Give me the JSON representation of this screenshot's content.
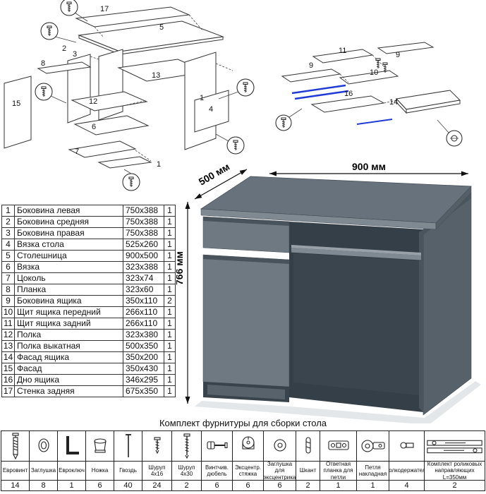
{
  "dimensions": {
    "width": "900 мм",
    "depth": "500 мм",
    "height": "766 мм"
  },
  "parts_table": {
    "rows": [
      {
        "num": "1",
        "name": "Боковина левая",
        "size": "750x388",
        "qty": "1"
      },
      {
        "num": "2",
        "name": "Боковина средняя",
        "size": "750x388",
        "qty": "1"
      },
      {
        "num": "3",
        "name": "Боковина правая",
        "size": "750x388",
        "qty": "1"
      },
      {
        "num": "4",
        "name": "Вязка стола",
        "size": "525x260",
        "qty": "1"
      },
      {
        "num": "5",
        "name": "Столешница",
        "size": "900x500",
        "qty": "1"
      },
      {
        "num": "6",
        "name": "Вязка",
        "size": "323x388",
        "qty": "1"
      },
      {
        "num": "7",
        "name": "Цоколь",
        "size": "323x74",
        "qty": "1"
      },
      {
        "num": "8",
        "name": "Планка",
        "size": "323x60",
        "qty": "1"
      },
      {
        "num": "9",
        "name": "Боковина ящика",
        "size": "350x110",
        "qty": "2"
      },
      {
        "num": "10",
        "name": "Щит ящика передний",
        "size": "266x110",
        "qty": "1"
      },
      {
        "num": "11",
        "name": "Щит ящика задний",
        "size": "266x110",
        "qty": "1"
      },
      {
        "num": "12",
        "name": "Полка",
        "size": "323x380",
        "qty": "1"
      },
      {
        "num": "13",
        "name": "Полка выкатная",
        "size": "500x350",
        "qty": "1"
      },
      {
        "num": "14",
        "name": "Фасад ящика",
        "size": "350x200",
        "qty": "1"
      },
      {
        "num": "15",
        "name": "Фасад",
        "size": "350x430",
        "qty": "1"
      },
      {
        "num": "16",
        "name": "Дно ящика",
        "size": "346x295",
        "qty": "1"
      },
      {
        "num": "17",
        "name": "Стенка задняя",
        "size": "675x350",
        "qty": "1"
      }
    ]
  },
  "hardware": {
    "title": "Комплект фурнитуры для сборки стола",
    "items": [
      {
        "label": "Евровинт",
        "qty": "14"
      },
      {
        "label": "Заглушка",
        "qty": "8"
      },
      {
        "label": "Евроключ",
        "qty": "1"
      },
      {
        "label": "Ножка",
        "qty": "6"
      },
      {
        "label": "Гвоздь",
        "qty": "40"
      },
      {
        "label": "Шуруп 4x16",
        "qty": "24"
      },
      {
        "label": "Шуруп 4x30",
        "qty": "2"
      },
      {
        "label": "Винтчив. дюбель",
        "qty": "6"
      },
      {
        "label": "Эксцентр. стяжка",
        "qty": "6"
      },
      {
        "label": "Заглушка для эксцентрика",
        "qty": "6"
      },
      {
        "label": "Шкант",
        "qty": "2"
      },
      {
        "label": "Ответная планка для петли",
        "qty": "1"
      },
      {
        "label": "Петля накладная",
        "qty": "1"
      },
      {
        "label": "Полкодержатель",
        "qty": "4"
      },
      {
        "label": "Комплект роликовых направляющих L=350мм",
        "qty": "2"
      }
    ]
  },
  "diagram_left": {
    "part_labels": [
      "17",
      "5",
      "2",
      "3",
      "13",
      "12",
      "6",
      "7",
      "1",
      "15",
      "8",
      "4",
      "1"
    ]
  },
  "diagram_right": {
    "part_labels": [
      "11",
      "9",
      "9",
      "10",
      "16",
      "14"
    ]
  },
  "colors": {
    "desk_top": "#67727c",
    "desk_front": "#6e7982",
    "desk_side": "#566169",
    "interior": "#353f47",
    "rail_highlight": "#1f3bd4"
  }
}
